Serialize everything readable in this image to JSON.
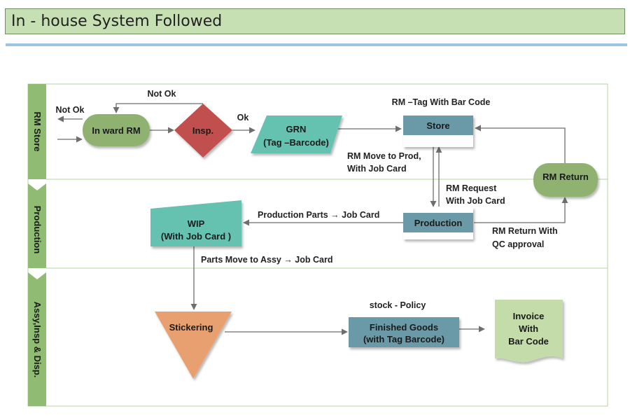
{
  "title": "In - house System Followed",
  "lanes": {
    "rm_store": "RM Store",
    "production": "Production",
    "assy": "Assy,Insp & Disp."
  },
  "nodes": {
    "inward_rm": "In ward RM",
    "insp": "Insp.",
    "grn_line1": "GRN",
    "grn_line2": "(Tag –Barcode)",
    "store": "Store",
    "rm_return": "RM Return",
    "production": "Production",
    "wip_line1": "WIP",
    "wip_line2": "(With Job Card )",
    "stickering": "Stickering",
    "finished_goods_line1": "Finished Goods",
    "finished_goods_line2": "(with Tag Barcode)",
    "invoice_line1": "Invoice",
    "invoice_line2": "With",
    "invoice_line3": "Bar Code"
  },
  "labels": {
    "not_ok_top": "Not Ok",
    "not_ok_left": "Not Ok",
    "ok": "Ok",
    "rm_tag": "RM –Tag With Bar Code",
    "rm_move_line1": "RM Move to Prod,",
    "rm_move_line2": "With Job Card",
    "rm_request_line1": "RM Request",
    "rm_request_line2": "With Job Card",
    "production_parts": "Production Parts → Job Card",
    "rm_return_qc_line1": "RM Return With",
    "rm_return_qc_line2": "QC approval",
    "parts_move": "Parts Move to Assy → Job Card",
    "stock_policy": "stock - Policy"
  },
  "colors": {
    "title_fill": "#c6e0b4",
    "title_underline": "#9dc3e6",
    "lane_header": "#8fbc72",
    "terminator_green": "#8fb26f",
    "decision_red": "#c0504d",
    "data_teal": "#66c2b0",
    "process_steel": "#6a9aa8",
    "stickering_orange": "#e8a070",
    "document_green": "#c3dcaa"
  }
}
